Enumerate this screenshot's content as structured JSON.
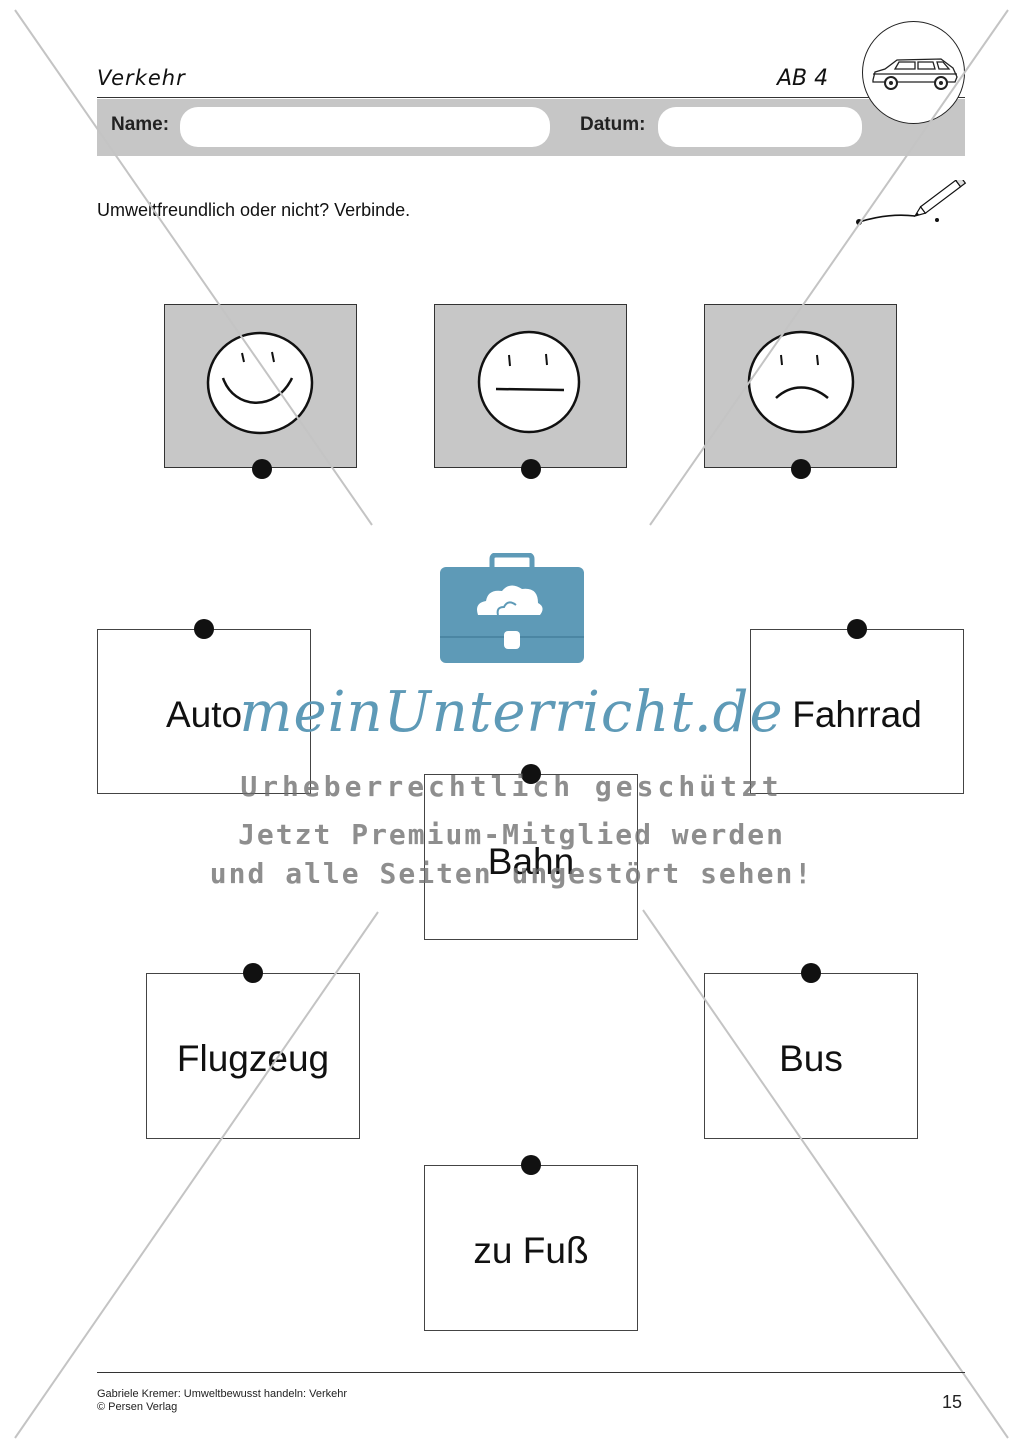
{
  "header": {
    "topic": "Verkehr",
    "sheet_number": "AB 4",
    "name_label": "Name:",
    "name_value": "",
    "date_label": "Datum:",
    "date_value": ""
  },
  "instruction": "Umweltfreundlich oder nicht? Verbinde.",
  "faces": [
    {
      "mood": "happy"
    },
    {
      "mood": "neutral"
    },
    {
      "mood": "sad"
    }
  ],
  "cards": [
    {
      "label": "Auto"
    },
    {
      "label": "Fahrrad"
    },
    {
      "label": "Bahn"
    },
    {
      "label": "Flugzeug"
    },
    {
      "label": "Bus"
    },
    {
      "label": "zu Fuß"
    }
  ],
  "watermark": {
    "brand": "meinUnterricht.de",
    "line1": "Urheberrechtlich geschützt",
    "line2": "Jetzt Premium-Mitglied werden",
    "line3": "und alle Seiten ungestört sehen!",
    "color": "#5e9ab7"
  },
  "footer": {
    "line1": "Gabriele Kremer: Umweltbewusst handeln: Verkehr",
    "line2": "© Persen Verlag",
    "page_number": "15"
  }
}
